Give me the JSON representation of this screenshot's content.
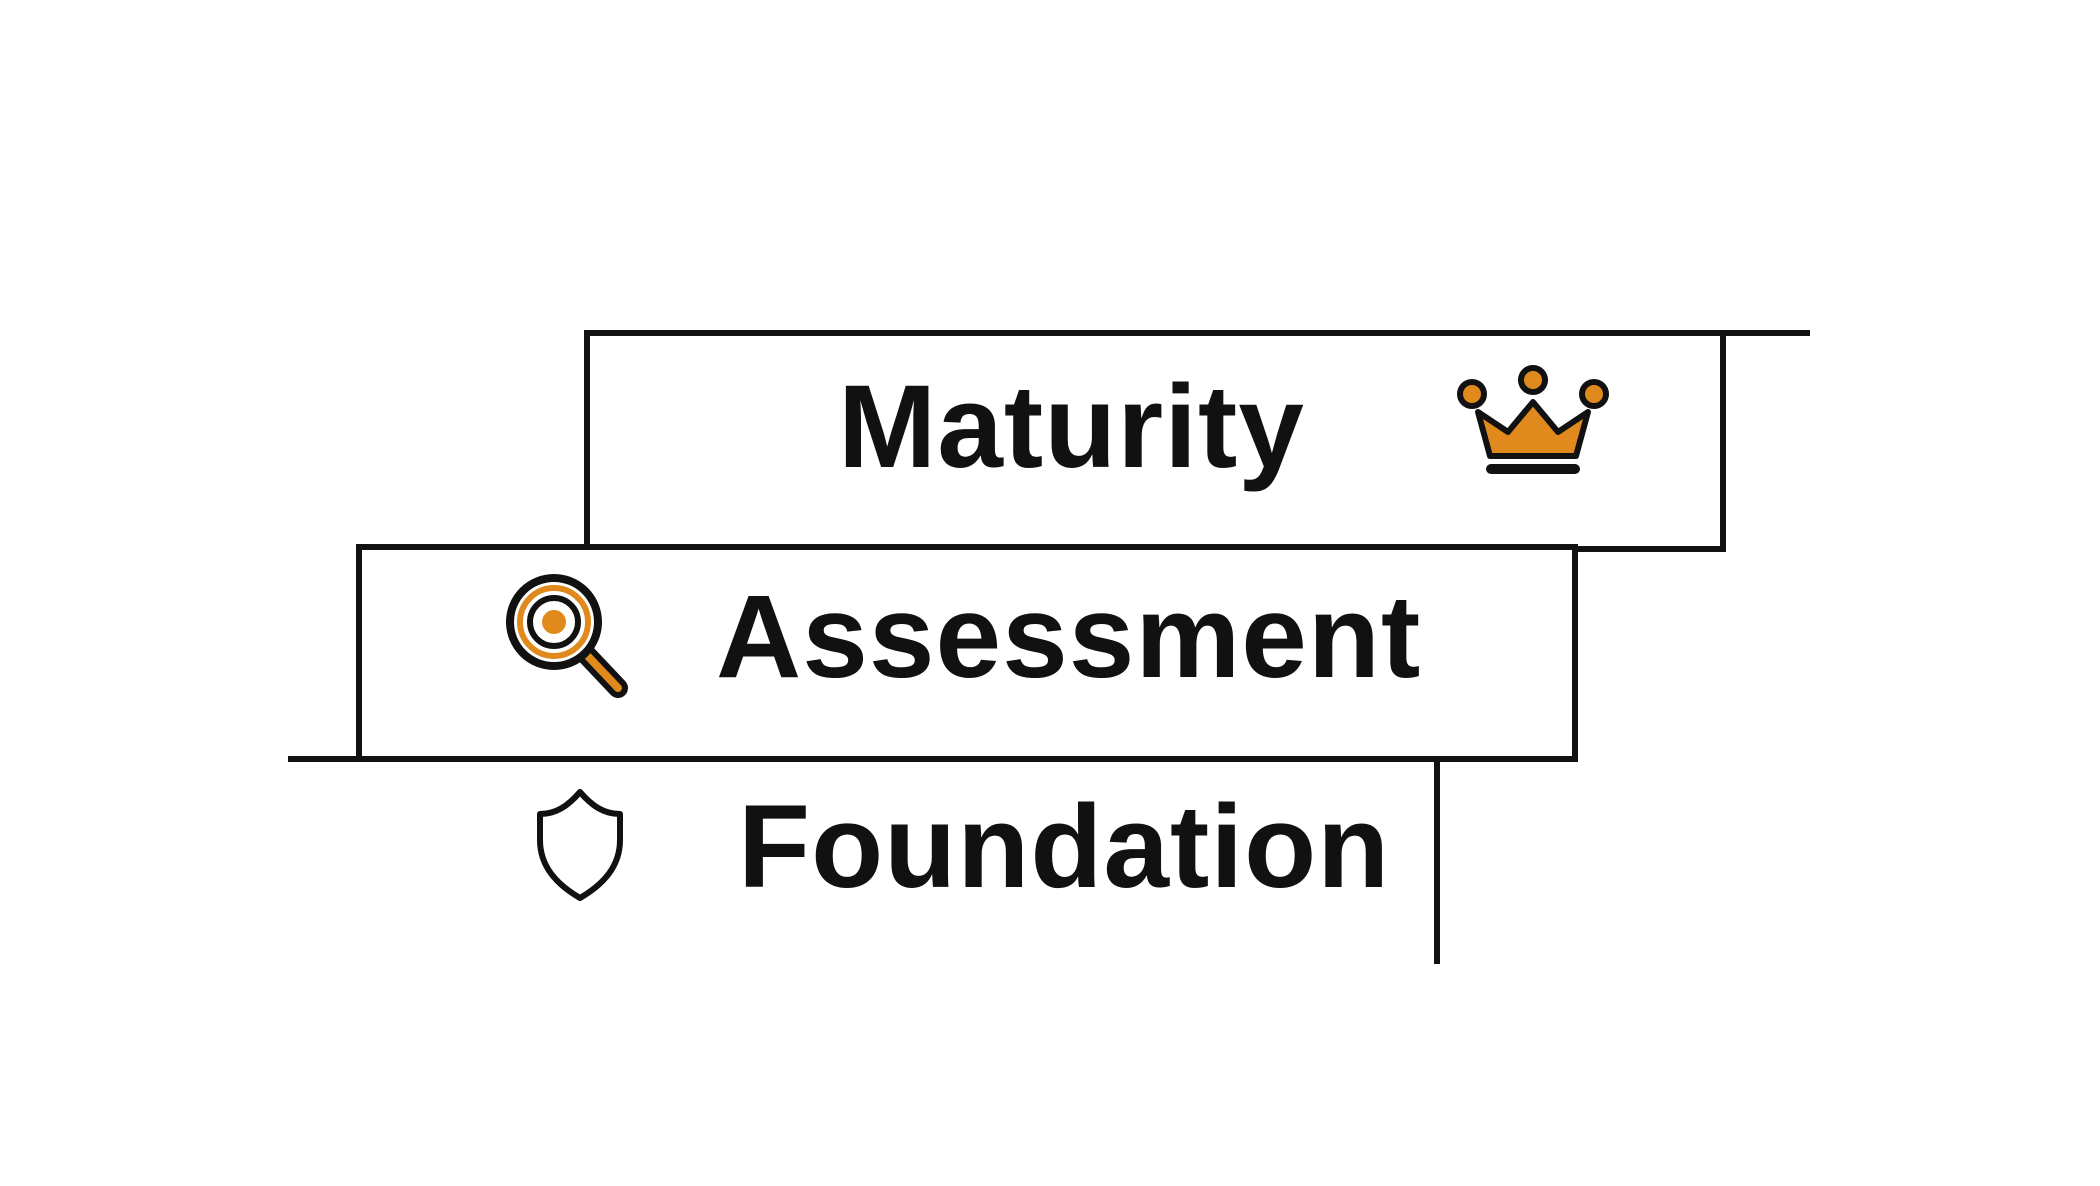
{
  "diagram": {
    "steps": [
      {
        "label": "Maturity",
        "icon": "crown-icon"
      },
      {
        "label": "Assessment",
        "icon": "magnifier-icon"
      },
      {
        "label": "Foundation",
        "icon": "shield-icon"
      }
    ],
    "colors": {
      "line": "#111111",
      "accent": "#e08a1e",
      "background": "#ffffff"
    }
  }
}
